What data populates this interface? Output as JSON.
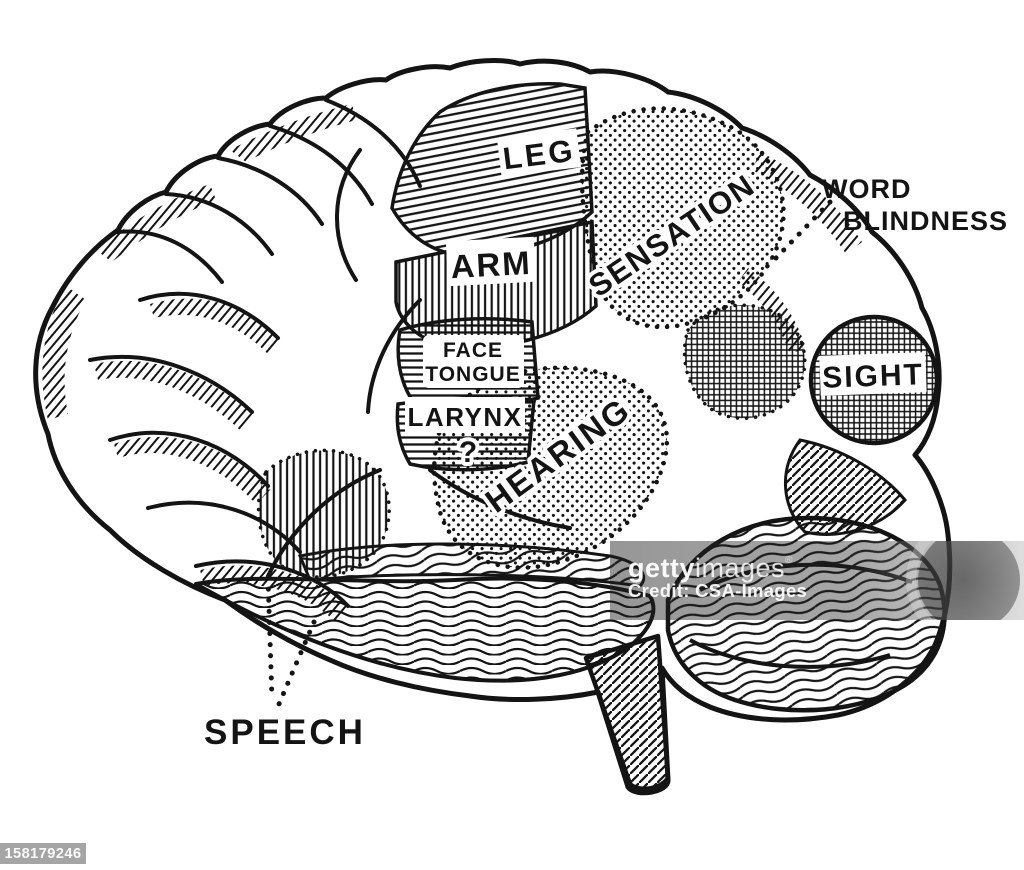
{
  "diagram": {
    "ink_color": "#141414",
    "paper_color": "#ffffff",
    "labels": {
      "leg": "LEG",
      "arm": "ARM",
      "face_line1": "FACE",
      "face_line2": "TONGUE",
      "larynx": "LARYNX",
      "larynx_question": "?",
      "sensation": "SENSATION",
      "word_blindness_line1": "WORD",
      "word_blindness_line2": "BLINDNESS",
      "sight": "SIGHT",
      "hearing": "HEARING",
      "speech": "SPEECH"
    }
  },
  "watermark": {
    "brand_bold": "getty",
    "brand_light": "images",
    "brand_mark": "®",
    "credit": "Credit: CSA-Images",
    "image_id": "158179246",
    "id_badge_color": "#a5a5a5"
  }
}
